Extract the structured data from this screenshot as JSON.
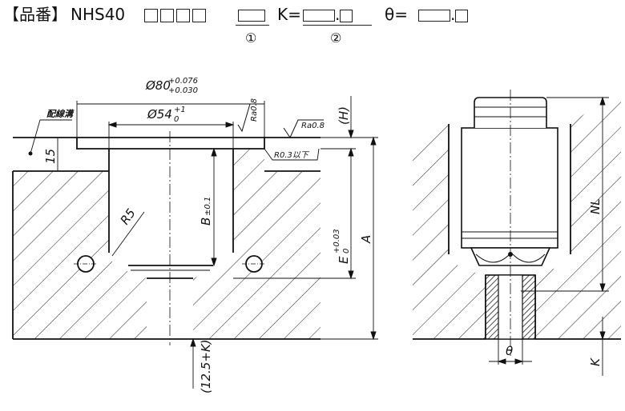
{
  "header": {
    "prefix": "【品番】",
    "model": "NHS40",
    "k_label": "K=",
    "theta_label": "θ=",
    "dot": ".",
    "circle1": "①",
    "circle2": "②"
  },
  "left_view": {
    "oil_groove": "配線溝",
    "dim_h": "(H)",
    "ra_top": "Ra0.8",
    "ra_right": "Ra0.8",
    "dia80": "Ø80",
    "dia80_tol_upper": "+0.076",
    "dia80_tol_lower": "+0.030",
    "dia54": "Ø54",
    "dia54_tol_upper": "+1",
    "dia54_tol_lower": "0",
    "dim15": "15",
    "r5": "R5",
    "r03": "R0.3以下",
    "dim_b": "B",
    "dim_b_tol": "±0.1",
    "dim_e": "E",
    "dim_e_tol_upper": "+0.03",
    "dim_e_tol_lower": "0",
    "dim_a": "A",
    "dim_bottom": "(12.5+K)"
  },
  "right_view": {
    "dim_nl": "NL",
    "dim_theta": "θ",
    "dim_k": "K"
  }
}
